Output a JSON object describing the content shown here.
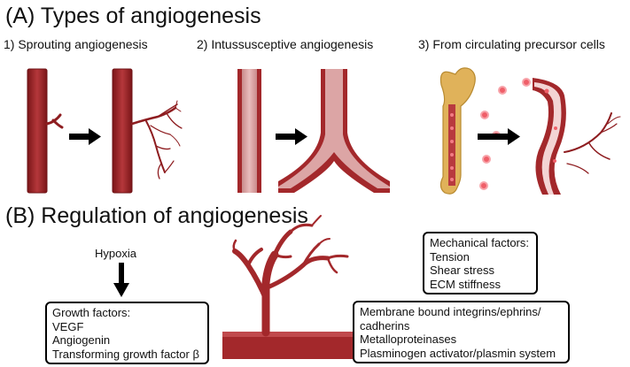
{
  "section_a": {
    "title": "(A) Types of angiogenesis",
    "panels": [
      {
        "label": "1) Sprouting angiogenesis"
      },
      {
        "label": "2) Intussusceptive angiogenesis"
      },
      {
        "label": "3) From circulating precursor cells"
      }
    ]
  },
  "section_b": {
    "title": "(B) Regulation of angiogenesis",
    "hypoxia": "Hypoxia",
    "growth_factors": {
      "heading": "Growth factors:",
      "items": [
        "VEGF",
        "Angiogenin",
        "Transforming growth factor β"
      ]
    },
    "mechanical_factors": {
      "heading": "Mechanical factors:",
      "items": [
        "Tension",
        "Shear stress",
        "ECM stiffness"
      ]
    },
    "membrane_factors": {
      "items": [
        "Membrane bound integrins/ephrins/",
        "cadherins",
        "Metalloproteinases",
        "Plasminogen activator/plasmin system"
      ]
    }
  },
  "colors": {
    "vessel_dark": "#a3282b",
    "vessel_outline": "#7a1518",
    "lumen": "#d9a2a2",
    "bone": "#e0b25a",
    "cell": "#e84a55"
  }
}
